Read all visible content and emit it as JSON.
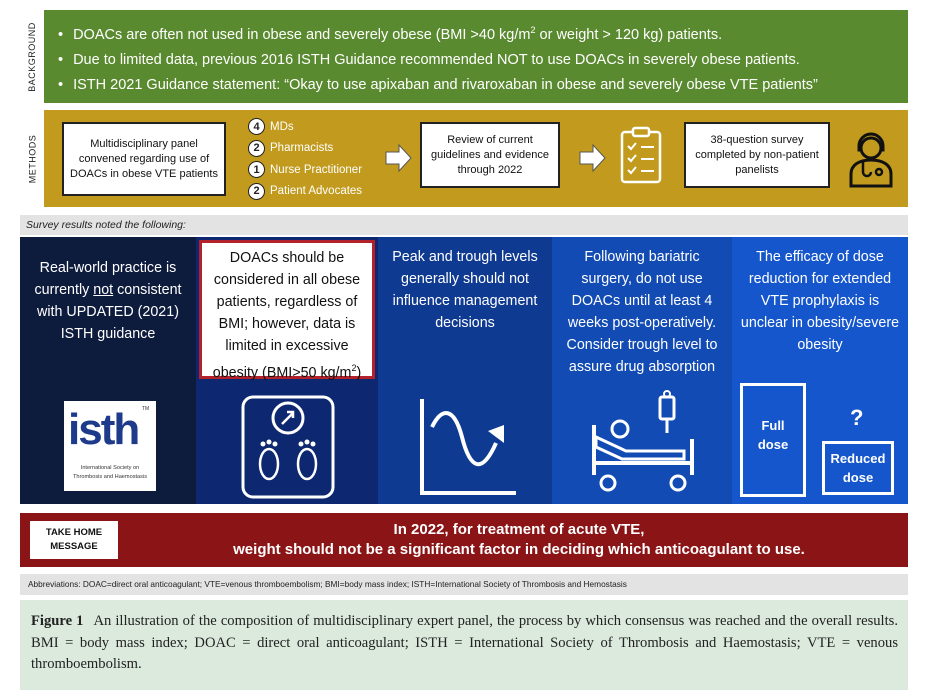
{
  "background": {
    "label": "BACKGROUND",
    "bullets": [
      {
        "before": "DOACs are often not used in obese and severely obese (BMI >40 kg/m",
        "sup": "2",
        "after": " or weight > 120 kg) patients."
      },
      {
        "before": "Due to limited data, previous 2016 ISTH Guidance recommended NOT to use DOACs in severely obese patients.",
        "sup": "",
        "after": ""
      },
      {
        "before": "ISTH 2021 Guidance statement: “Okay to use apixaban and rivaroxaban in obese and severely obese VTE patients”",
        "sup": "",
        "after": ""
      }
    ]
  },
  "methods": {
    "label": "METHODS",
    "panel_box": "Multidisciplinary panel convened regarding use of DOACs in obese VTE patients",
    "members": [
      {
        "count": "4",
        "role": "MDs"
      },
      {
        "count": "2",
        "role": "Pharmacists"
      },
      {
        "count": "1",
        "role": "Nurse Practitioner"
      },
      {
        "count": "2",
        "role": "Patient Advocates"
      }
    ],
    "review_box": "Review of current guidelines and evidence through 2022",
    "survey_box": "38-question survey completed by non-patient panelists"
  },
  "survey_header": "Survey results noted the following:",
  "results": [
    {
      "pre": "Real-world practice is currently ",
      "underline": "not",
      "post": " consistent with UPDATED (2021) ISTH guidance",
      "color": "#0d1b3d"
    },
    {
      "pre": "DOACs should be considered in all obese patients, regardless of BMI; however, data is limited in excessive obesity (BMI>50 kg/m",
      "sup": "2",
      "post": ")",
      "color": "#0d2870"
    },
    {
      "pre": "Peak and trough levels generally should not influence management decisions",
      "color": "#0f3a92"
    },
    {
      "pre": "Following bariatric surgery, do not use DOACs until at least 4 weeks post-operatively. Consider trough level to assure drug absorption",
      "color": "#124bb4"
    },
    {
      "pre": "The efficacy of dose reduction for extended VTE prophylaxis is unclear in obesity/severe obesity",
      "color": "#1556cc"
    }
  ],
  "isth_logo": {
    "letters": "isth",
    "tm": "TM",
    "line1": "International Society on",
    "line2": "Thrombosis and Haemostasis"
  },
  "dose_icon": {
    "full_line1": "Full",
    "full_line2": "dose",
    "question": "?",
    "reduced_line1": "Reduced",
    "reduced_line2": "dose"
  },
  "take_home": {
    "label_line1": "TAKE HOME",
    "label_line2": "MESSAGE",
    "line1": "In 2022, for treatment of acute VTE,",
    "line2": "weight should not be a significant factor in deciding which anticoagulant to use."
  },
  "abbreviations": "Abbreviations: DOAC=direct oral anticoagulant; VTE=venous thromboembolism; BMI=body mass index; ISTH=International Society of Thrombosis and Hemostasis",
  "caption": {
    "figure_label": "Figure 1",
    "text": "An illustration of the composition of multidisciplinary expert panel, the process by which consensus was reached and the overall results. BMI = body mass index; DOAC = direct oral anticoagulant; ISTH = International Society of Thrombosis and Haemostasis; VTE = venous thromboembolism."
  },
  "colors": {
    "background_band": "#5a8a2f",
    "methods_band": "#c19a1e",
    "take_home_band": "#8b1416",
    "highlight_border": "#b3222a",
    "caption_bg": "#dbeadd"
  }
}
